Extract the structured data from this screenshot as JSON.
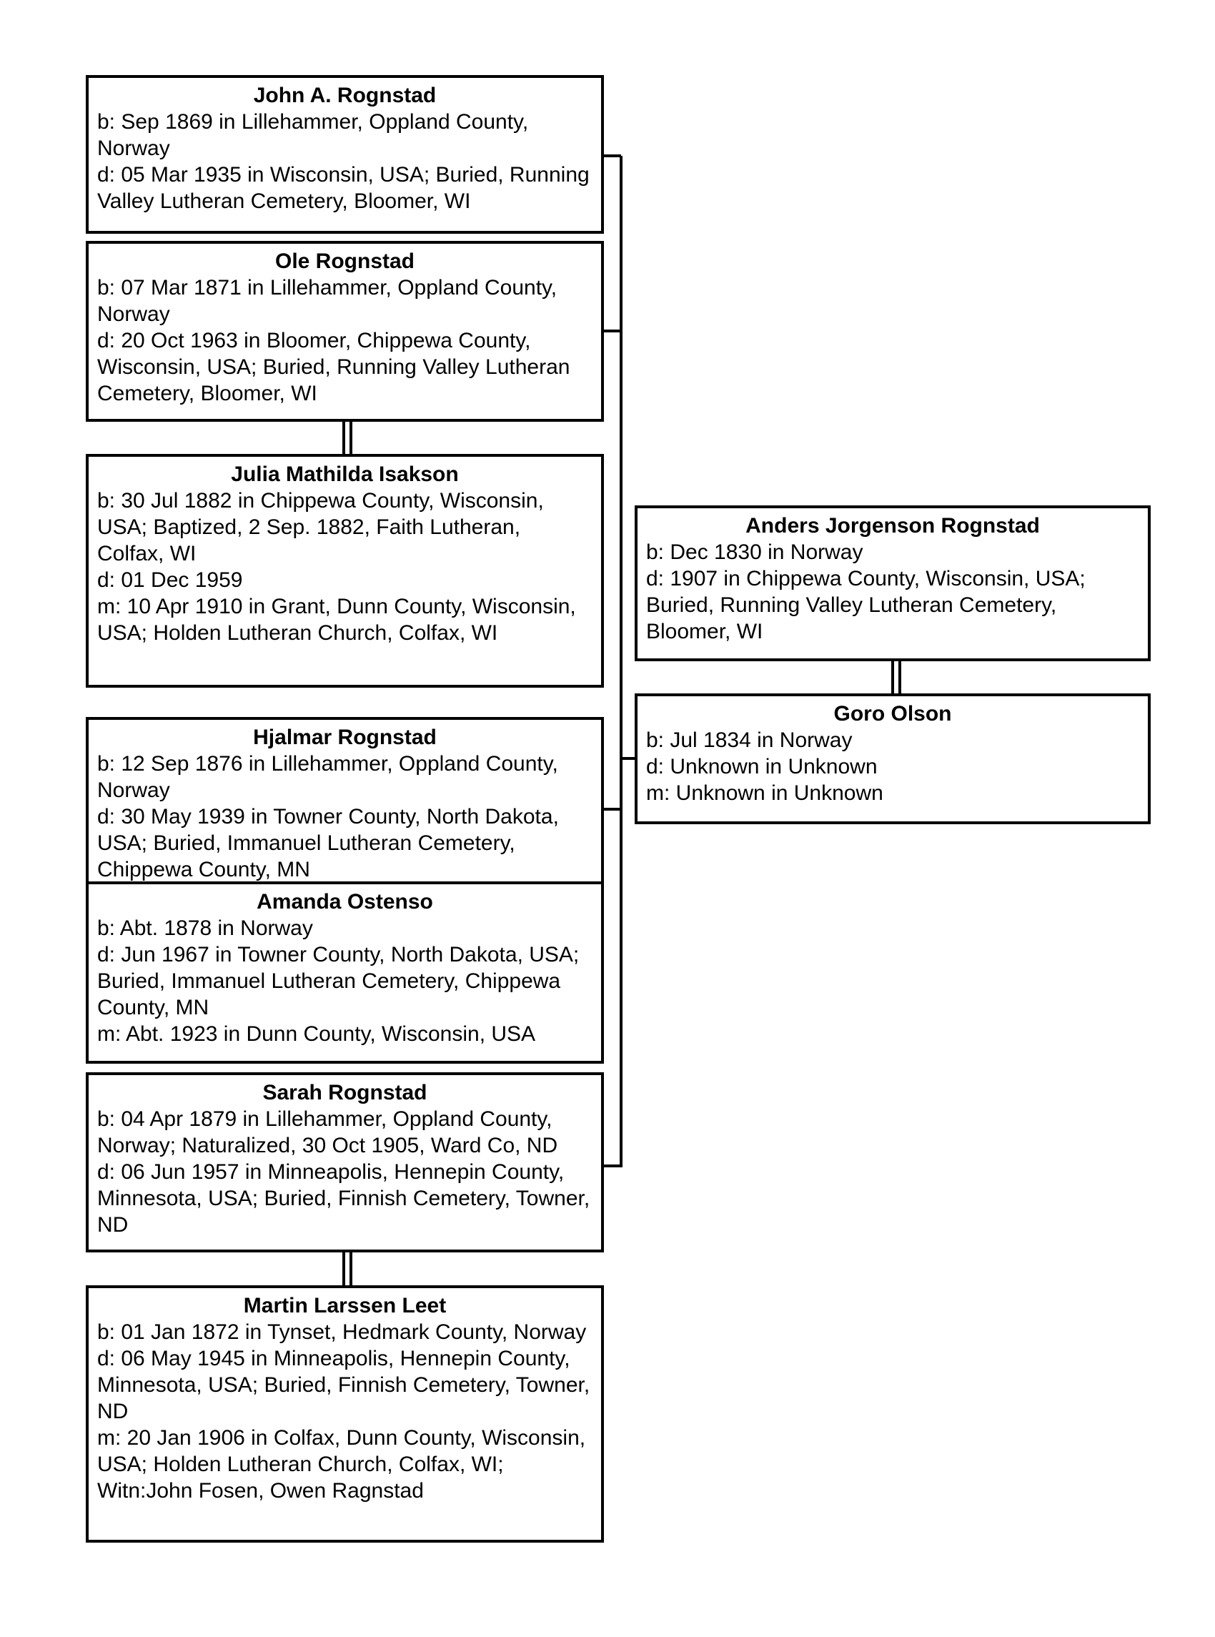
{
  "chart": {
    "kind": "family-tree",
    "line_color": "#000000",
    "box_border_color": "#000000",
    "background_color": "#ffffff"
  },
  "persons": {
    "john": {
      "name": "John A. Rognstad",
      "details": [
        "b: Sep 1869 in Lillehammer, Oppland County, Norway",
        "d: 05 Mar 1935 in Wisconsin, USA; Buried, Running Valley Lutheran Cemetery, Bloomer, WI"
      ]
    },
    "ole": {
      "name": "Ole Rognstad",
      "details": [
        "b: 07 Mar 1871 in Lillehammer, Oppland County, Norway",
        "d: 20 Oct 1963 in Bloomer, Chippewa County, Wisconsin, USA; Buried, Running Valley Lutheran Cemetery, Bloomer, WI"
      ]
    },
    "julia": {
      "name": "Julia Mathilda Isakson",
      "details": [
        "b: 30 Jul 1882 in Chippewa County, Wisconsin, USA; Baptized, 2 Sep. 1882, Faith Lutheran, Colfax, WI",
        "d: 01 Dec 1959",
        "m: 10 Apr 1910 in Grant, Dunn County, Wisconsin, USA; Holden Lutheran Church, Colfax, WI"
      ]
    },
    "hjalmar": {
      "name": "Hjalmar Rognstad",
      "details": [
        "b: 12 Sep 1876 in Lillehammer, Oppland County, Norway",
        "d: 30 May 1939 in Towner County, North Dakota, USA; Buried, Immanuel Lutheran Cemetery, Chippewa County, MN"
      ]
    },
    "amanda": {
      "name": "Amanda Ostenso",
      "details": [
        "b: Abt. 1878 in Norway",
        "d: Jun 1967 in Towner County, North Dakota, USA; Buried, Immanuel Lutheran Cemetery, Chippewa County, MN",
        "m: Abt. 1923 in Dunn County, Wisconsin, USA"
      ]
    },
    "sarah": {
      "name": "Sarah Rognstad",
      "details": [
        "b: 04 Apr 1879 in Lillehammer, Oppland County, Norway; Naturalized, 30 Oct 1905, Ward Co, ND",
        "d: 06 Jun 1957 in Minneapolis, Hennepin County, Minnesota, USA; Buried, Finnish Cemetery, Towner, ND"
      ]
    },
    "martin": {
      "name": "Martin Larssen Leet",
      "details": [
        "b: 01 Jan 1872 in Tynset, Hedmark County, Norway",
        "d: 06 May 1945 in Minneapolis, Hennepin County, Minnesota, USA; Buried, Finnish Cemetery, Towner, ND",
        "m: 20 Jan 1906 in Colfax, Dunn County, Wisconsin, USA; Holden Lutheran Church, Colfax, WI; Witn:John Fosen, Owen Ragnstad"
      ]
    },
    "anders": {
      "name": "Anders Jorgenson Rognstad",
      "details": [
        "b: Dec 1830 in Norway",
        "d: 1907 in Chippewa County, Wisconsin, USA; Buried, Running Valley Lutheran Cemetery, Bloomer, WI"
      ]
    },
    "goro": {
      "name": "Goro Olson",
      "details": [
        "b: Jul 1834 in Norway",
        "d: Unknown in Unknown",
        "m: Unknown in Unknown"
      ]
    }
  }
}
